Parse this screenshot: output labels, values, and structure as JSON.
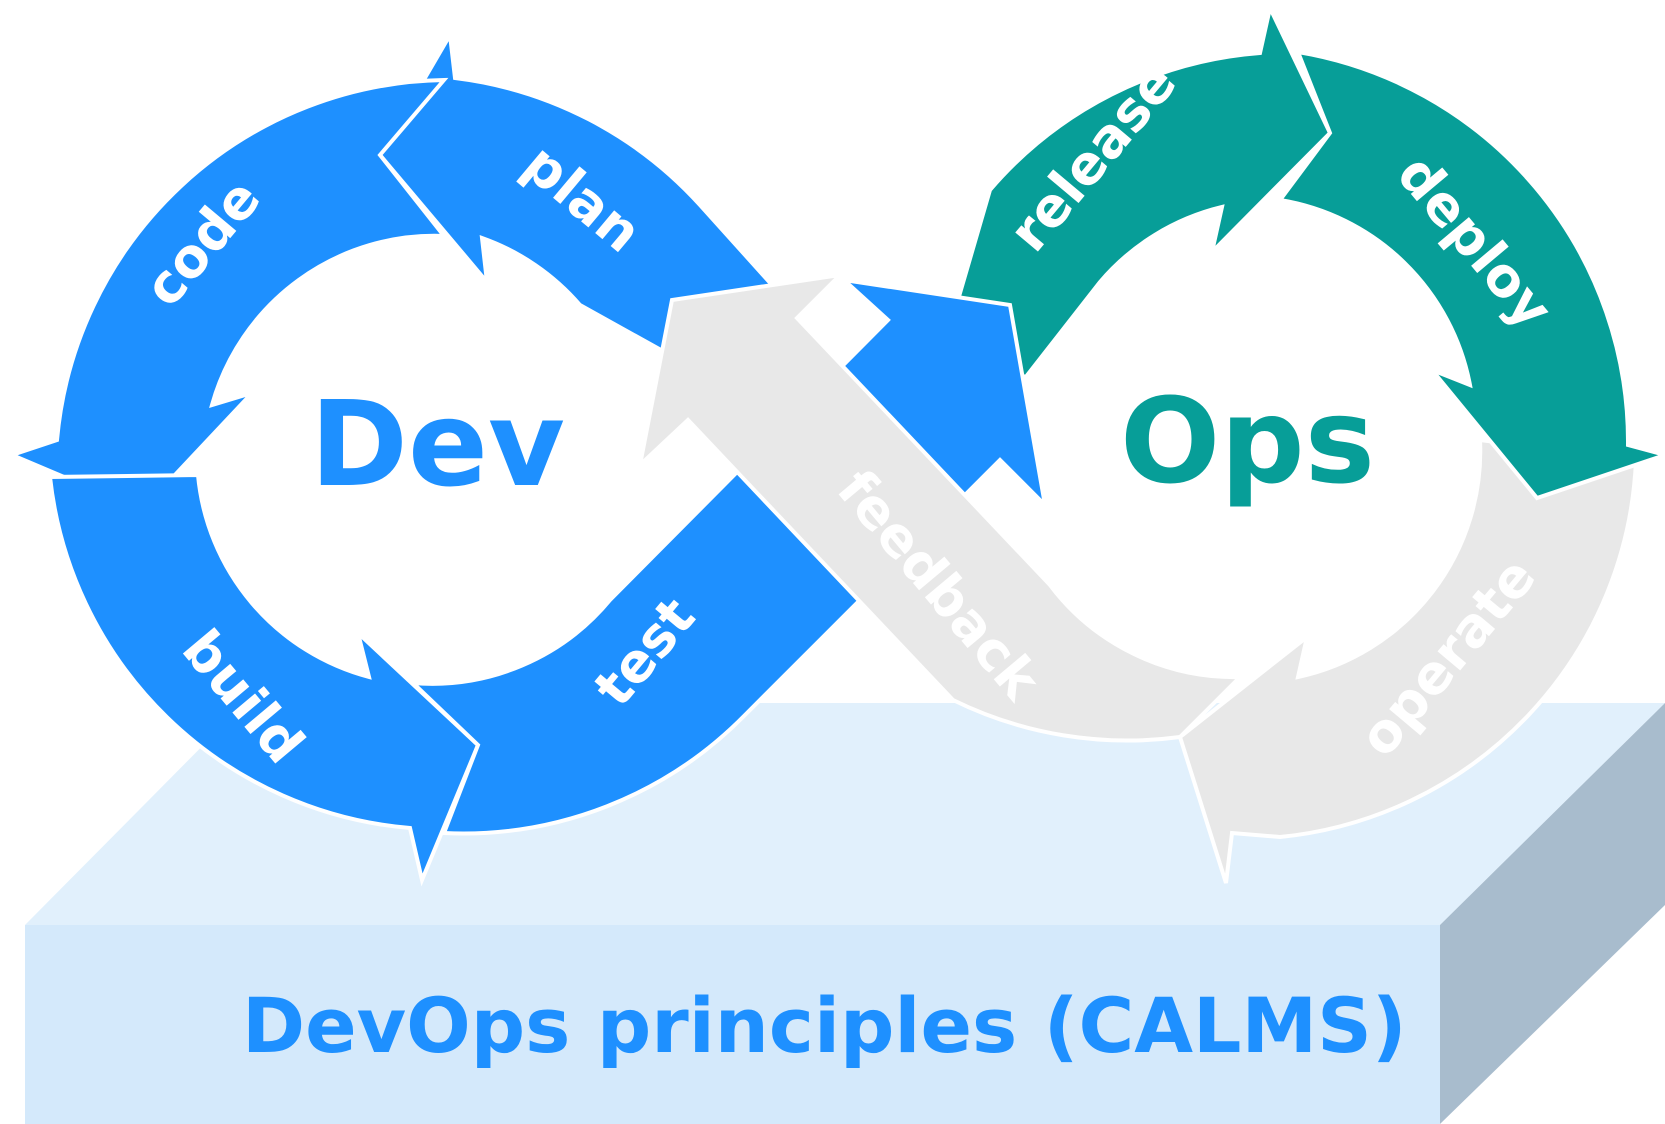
{
  "colors": {
    "dev": "#1e90ff",
    "ops": "#079e98",
    "grey": "#e8e8e8",
    "base_front": "#d4e9fb",
    "base_top": "#e1f0fc",
    "base_side": "#a8bccd"
  },
  "dev_title": "Dev",
  "ops_title": "Ops",
  "stages": {
    "plan": "plan",
    "code": "code",
    "build": "build",
    "test": "test",
    "release": "release",
    "deploy": "deploy",
    "operate": "operate",
    "feedback": "feedback"
  },
  "foundation_label": "DevOps principles (CALMS)"
}
